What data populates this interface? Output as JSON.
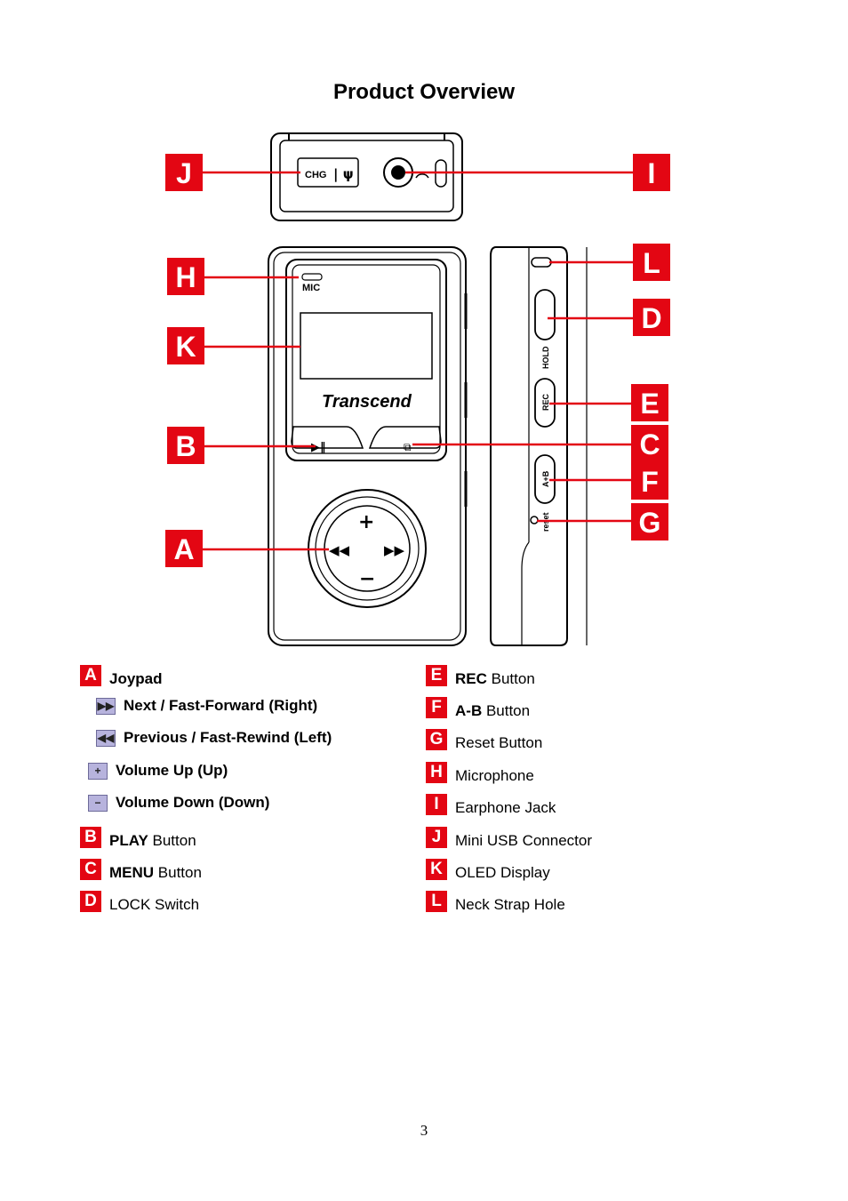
{
  "title": "Product Overview",
  "page_number": "3",
  "figure": {
    "callouts": [
      "J",
      "I",
      "H",
      "K",
      "B",
      "A",
      "L",
      "D",
      "E",
      "C",
      "F",
      "G"
    ],
    "device_labels": {
      "chg": "CHG",
      "mic": "MIC",
      "brand": "Transcend",
      "hold": "HOLD",
      "rec": "REC",
      "ab": "A+B",
      "reset": "reset"
    },
    "accent_color": "#e30613"
  },
  "legend": {
    "left": [
      {
        "letter": "A",
        "bold": "Joypad",
        "rest": ""
      },
      {
        "icon": "next-icon",
        "bold": "Next / Fast-Forward (Right)",
        "rest": ""
      },
      {
        "icon": "previous-icon",
        "bold": "Previous / Fast-Rewind (Left)",
        "rest": ""
      },
      {
        "icon": "plus-icon",
        "bold": "Volume Up (Up)",
        "rest": ""
      },
      {
        "icon": "minus-icon",
        "bold": "Volume Down (Down)",
        "rest": ""
      },
      {
        "letter": "B",
        "bold": "PLAY",
        "rest": " Button"
      },
      {
        "letter": "C",
        "bold": "MENU",
        "rest": " Button"
      },
      {
        "letter": "D",
        "bold": "",
        "rest": "LOCK Switch"
      }
    ],
    "right": [
      {
        "letter": "E",
        "bold": "REC",
        "rest": " Button"
      },
      {
        "letter": "F",
        "bold": "A-B",
        "rest": " Button"
      },
      {
        "letter": "G",
        "bold": "",
        "rest": "Reset Button"
      },
      {
        "letter": "H",
        "bold": "",
        "rest": "Microphone"
      },
      {
        "letter": "I",
        "bold": "",
        "rest": "Earphone Jack"
      },
      {
        "letter": "J",
        "bold": "",
        "rest": "Mini USB Connector"
      },
      {
        "letter": "K",
        "bold": "",
        "rest": "OLED Display"
      },
      {
        "letter": "L",
        "bold": "",
        "rest": "Neck Strap Hole"
      }
    ]
  }
}
